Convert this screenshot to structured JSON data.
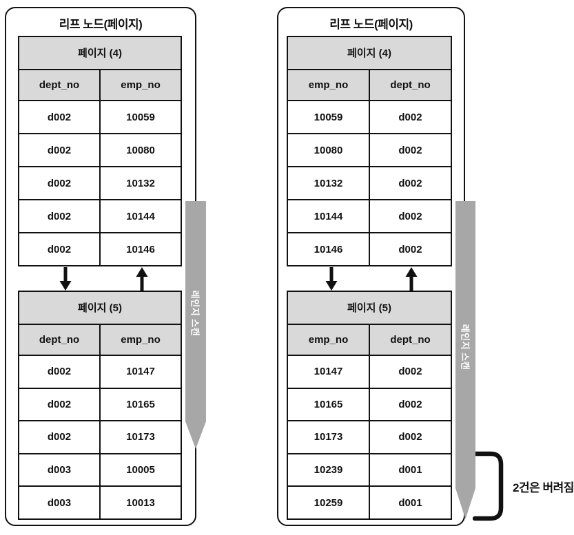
{
  "panels": [
    {
      "title": "리프 노드(페이지)",
      "scan_label": "레인지 스캔",
      "tables": [
        {
          "page_label": "페이지 (4)",
          "columns": [
            "dept_no",
            "emp_no"
          ],
          "rows": [
            [
              "d002",
              "10059"
            ],
            [
              "d002",
              "10080"
            ],
            [
              "d002",
              "10132"
            ],
            [
              "d002",
              "10144"
            ],
            [
              "d002",
              "10146"
            ]
          ]
        },
        {
          "page_label": "페이지 (5)",
          "columns": [
            "dept_no",
            "emp_no"
          ],
          "rows": [
            [
              "d002",
              "10147"
            ],
            [
              "d002",
              "10165"
            ],
            [
              "d002",
              "10173"
            ],
            [
              "d003",
              "10005"
            ],
            [
              "d003",
              "10013"
            ]
          ]
        }
      ]
    },
    {
      "title": "리프 노드(페이지)",
      "scan_label": "레인지 스캔",
      "tables": [
        {
          "page_label": "페이지 (4)",
          "columns": [
            "emp_no",
            "dept_no"
          ],
          "rows": [
            [
              "10059",
              "d002"
            ],
            [
              "10080",
              "d002"
            ],
            [
              "10132",
              "d002"
            ],
            [
              "10144",
              "d002"
            ],
            [
              "10146",
              "d002"
            ]
          ]
        },
        {
          "page_label": "페이지 (5)",
          "columns": [
            "emp_no",
            "dept_no"
          ],
          "rows": [
            [
              "10147",
              "d002"
            ],
            [
              "10165",
              "d002"
            ],
            [
              "10173",
              "d002"
            ],
            [
              "10239",
              "d001"
            ],
            [
              "10259",
              "d001"
            ]
          ]
        }
      ]
    }
  ],
  "annotation": {
    "discarded_label": "2건은 버려짐"
  },
  "colors": {
    "header_fill": "#d9d9d9",
    "scan_arrow_fill": "#a7a7a7",
    "border": "#111111"
  }
}
